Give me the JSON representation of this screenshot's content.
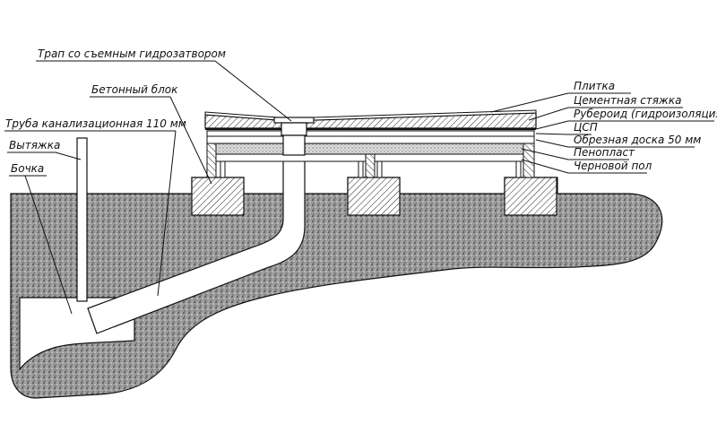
{
  "labels": {
    "trap": "Трап со съемным гидрозатвором",
    "block": "Бетонный блок",
    "pipe": "Труба канализационная 110 мм",
    "vent": "Вытяжка",
    "barrel": "Бочка",
    "tile": "Плитка",
    "screed": "Цементная стяжка",
    "ruberoid": "Рубероид (гидроизоляция)",
    "csp": "ЦСП",
    "board": "Обрезная доска 50 мм",
    "foam": "Пенопласт",
    "subfloor": "Черновой пол"
  }
}
